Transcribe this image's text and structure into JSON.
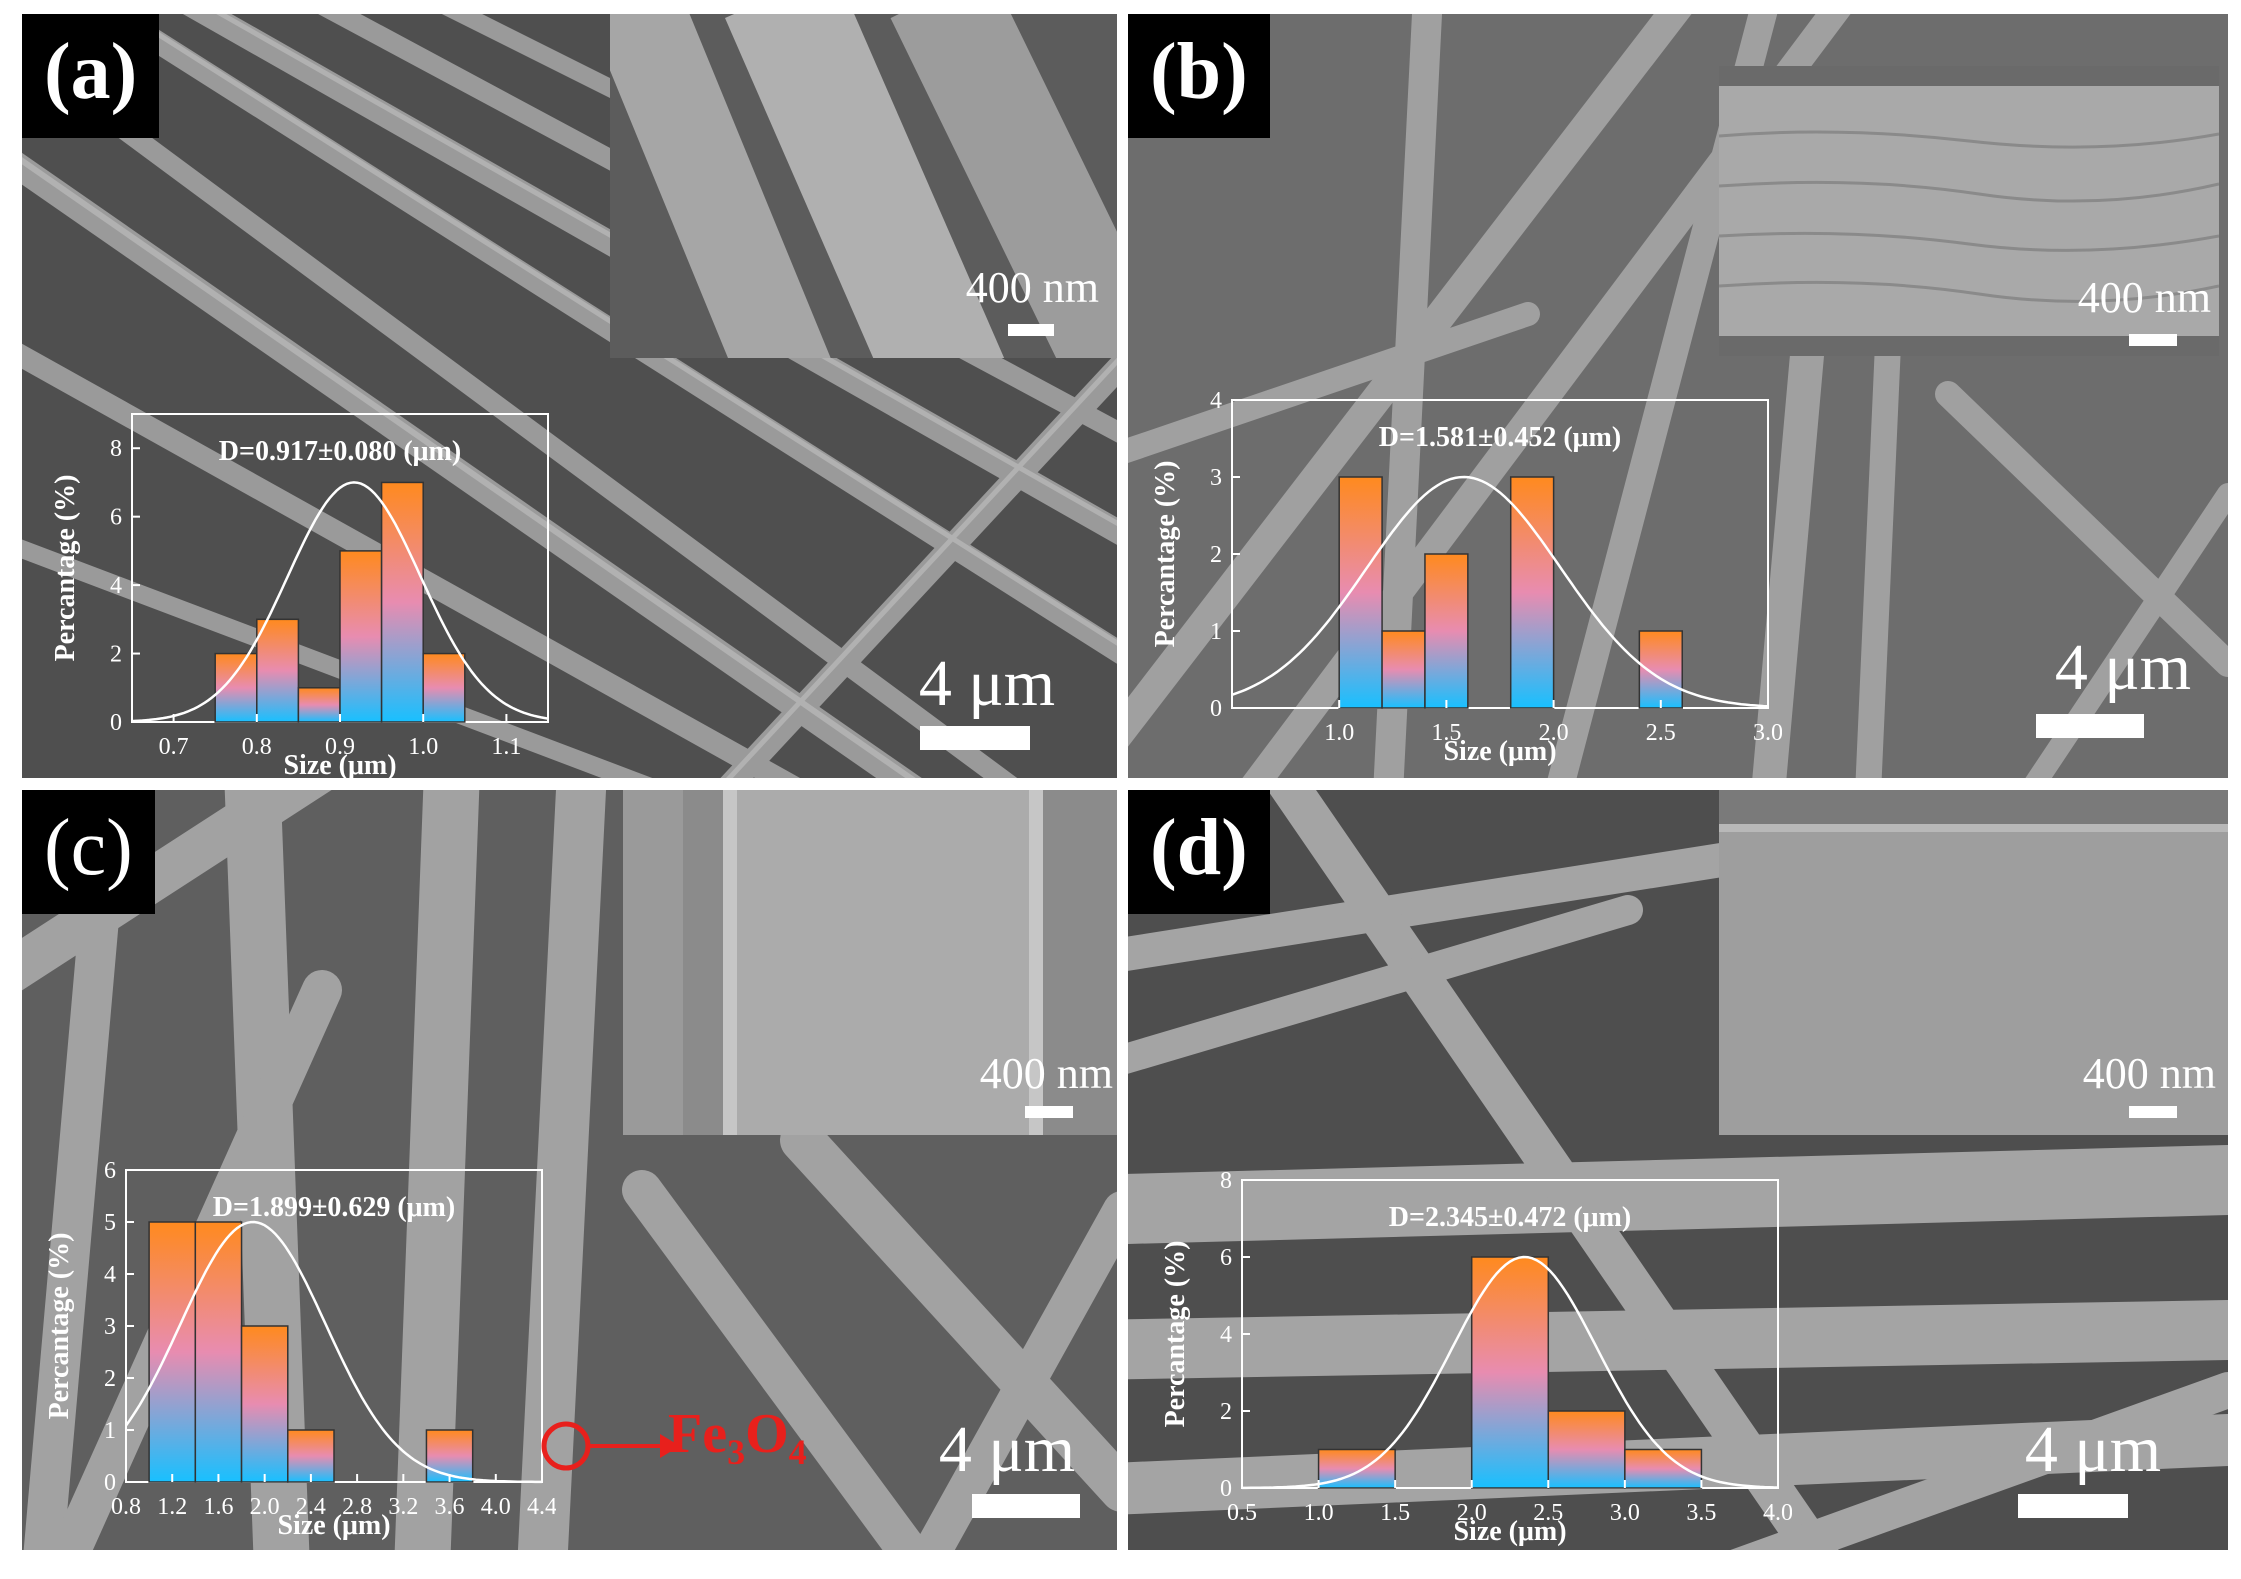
{
  "panels": [
    {
      "label": "(a)",
      "inset_scale": "400 nm",
      "main_scale": "4 μm",
      "hist": {
        "title": "D=0.917±0.080 (μm)",
        "xlabel": "Size (μm)",
        "ylabel": "Percantage (%)",
        "xlim": [
          0.65,
          1.15
        ],
        "ylim": [
          0,
          9
        ],
        "xticks": [
          0.7,
          0.8,
          0.9,
          1.0,
          1.1
        ],
        "xtick_labels": [
          "0.7",
          "0.8",
          "0.9",
          "1.0",
          "1.1"
        ],
        "yticks": [
          0,
          2,
          4,
          6,
          8
        ],
        "ytick_labels": [
          "0",
          "2",
          "4",
          "6",
          "8"
        ],
        "bin_edges": [
          0.75,
          0.8,
          0.85,
          0.9,
          0.95,
          1.0,
          1.05
        ],
        "values": [
          2,
          3,
          1,
          5,
          7,
          2
        ],
        "fit": {
          "mean": 0.917,
          "sd": 0.08,
          "peak": 7
        }
      }
    },
    {
      "label": "(b)",
      "inset_scale": "400 nm",
      "main_scale": "4 μm",
      "hist": {
        "title": "D=1.581±0.452 (μm)",
        "xlabel": "Size (μm)",
        "ylabel": "Percantage (%)",
        "xlim": [
          0.5,
          3.0
        ],
        "ylim": [
          0,
          4
        ],
        "xticks": [
          1.0,
          1.5,
          2.0,
          2.5,
          3.0
        ],
        "xtick_labels": [
          "1.0",
          "1.5",
          "2.0",
          "2.5",
          "3.0"
        ],
        "yticks": [
          0,
          1,
          2,
          3,
          4
        ],
        "ytick_labels": [
          "0",
          "1",
          "2",
          "3",
          "4"
        ],
        "bin_edges": [
          1.0,
          1.2,
          1.4,
          1.6,
          1.8,
          2.0,
          2.2,
          2.4,
          2.6
        ],
        "values": [
          3,
          1,
          2,
          0,
          3,
          0,
          0,
          1
        ],
        "fit": {
          "mean": 1.581,
          "sd": 0.452,
          "peak": 3
        }
      }
    },
    {
      "label": "(c)",
      "inset_scale": "400 nm",
      "main_scale": "4 μm",
      "fe_label_main": "Fe",
      "fe_sub1": "3",
      "fe_mid": "O",
      "fe_sub2": "4",
      "fe_color": "#e8201c",
      "hist": {
        "title": "D=1.899±0.629 (μm)",
        "xlabel": "Size (μm)",
        "ylabel": "Percantage (%)",
        "xlim": [
          0.8,
          4.4
        ],
        "ylim": [
          0,
          6
        ],
        "xticks": [
          0.8,
          1.2,
          1.6,
          2.0,
          2.4,
          2.8,
          3.2,
          3.6,
          4.0,
          4.4
        ],
        "xtick_labels": [
          "0.8",
          "1.2",
          "1.6",
          "2.0",
          "2.4",
          "2.8",
          "3.2",
          "3.6",
          "4.0",
          "4.4"
        ],
        "yticks": [
          0,
          1,
          2,
          3,
          4,
          5,
          6
        ],
        "ytick_labels": [
          "0",
          "1",
          "2",
          "3",
          "4",
          "5",
          "6"
        ],
        "bin_edges": [
          1.0,
          1.4,
          1.8,
          2.2,
          2.6,
          3.0,
          3.4,
          3.8
        ],
        "values": [
          5,
          5,
          3,
          1,
          0,
          0,
          1
        ],
        "fit": {
          "mean": 1.899,
          "sd": 0.629,
          "peak": 5
        }
      }
    },
    {
      "label": "(d)",
      "inset_scale": "400 nm",
      "main_scale": "4 μm",
      "hist": {
        "title": "D=2.345±0.472 (μm)",
        "xlabel": "Size (μm)",
        "ylabel": "Percantage (%)",
        "xlim": [
          0.5,
          4.0
        ],
        "ylim": [
          0,
          8
        ],
        "xticks": [
          0.5,
          1.0,
          1.5,
          2.0,
          2.5,
          3.0,
          3.5,
          4.0
        ],
        "xtick_labels": [
          "0.5",
          "1.0",
          "1.5",
          "2.0",
          "2.5",
          "3.0",
          "3.5",
          "4.0"
        ],
        "yticks": [
          0,
          2,
          4,
          6,
          8
        ],
        "ytick_labels": [
          "0",
          "2",
          "4",
          "6",
          "8"
        ],
        "bin_edges": [
          1.0,
          1.5,
          2.0,
          2.5,
          3.0,
          3.5
        ],
        "values": [
          1,
          0,
          6,
          2,
          1
        ],
        "fit": {
          "mean": 2.345,
          "sd": 0.472,
          "peak": 6
        }
      }
    }
  ],
  "colors": {
    "bar_top": "#ff8a1e",
    "bar_mid": "#e88cb0",
    "bar_bottom": "#18c0ff",
    "fit_line": "#ffffff",
    "text": "#ffffff",
    "label_bg": "#000000"
  }
}
